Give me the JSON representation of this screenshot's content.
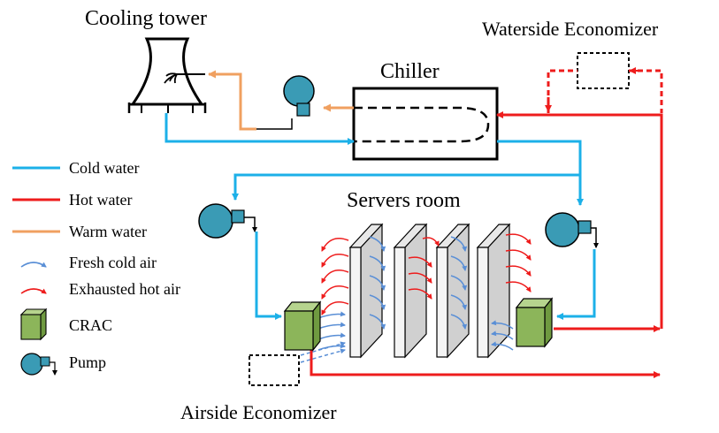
{
  "labels": {
    "cooling_tower": "Cooling tower",
    "chiller": "Chiller",
    "waterside_economizer": "Waterside Economizer",
    "servers_room": "Servers room",
    "airside_economizer": "Airside Economizer"
  },
  "legend": {
    "cold_water": "Cold water",
    "hot_water": "Hot water",
    "warm_water": "Warm water",
    "fresh_cold_air": "Fresh cold air",
    "exhausted_hot_air": "Exhausted hot air",
    "crac": "CRAC",
    "pump": "Pump"
  },
  "colors": {
    "cold_water": "#1cb0e8",
    "hot_water": "#ee1c1c",
    "warm_water": "#f0a060",
    "fresh_air": "#5a8fd6",
    "crac_fill": "#8cb55a",
    "pump_fill": "#3a9bb5"
  },
  "icons": [
    "pump-icon",
    "crac-icon",
    "cooling-tower-icon",
    "server-rack-icon",
    "economizer-box-icon"
  ]
}
